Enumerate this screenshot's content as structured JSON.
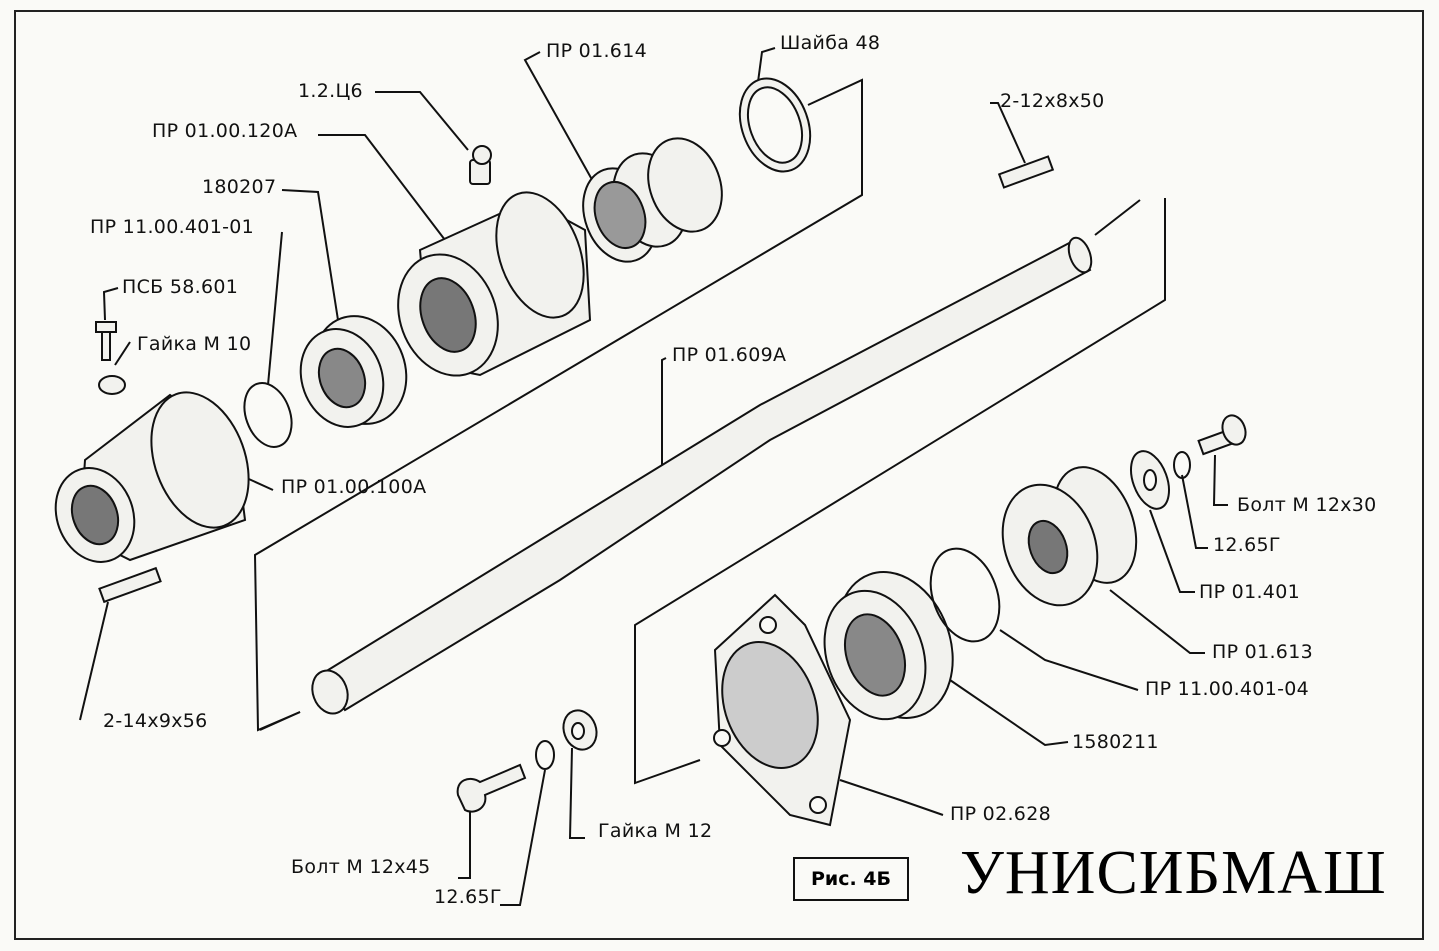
{
  "labels": {
    "pr01614": "ПР 01.614",
    "shaiba48": "Шайба 48",
    "c12c6": "1.2.Ц6",
    "pr0100120a": "ПР 01.00.120А",
    "n180207": "180207",
    "pr1100401_01": "ПР 11.00.401-01",
    "psb58601": "ПСБ 58.601",
    "gaika_m10": "Гайка М 10",
    "pr0100100a": "ПР 01.00.100А",
    "key_2_14x9x56": "2-14х9х56",
    "pr01609a": "ПР 01.609А",
    "key_2_12x8x50": "2-12х8х50",
    "bolt_m12x30": "Болт М 12х30",
    "n1265g_right": "12.65Г",
    "pr01401": "ПР 01.401",
    "pr01613": "ПР 01.613",
    "pr1100401_04": "ПР 11.00.401-04",
    "n1580211": "1580211",
    "pr02628": "ПР 02.628",
    "gaika_m12": "Гайка М 12",
    "bolt_m12x45": "Болт М 12х45",
    "n1265g_bottom": "12.65Г"
  },
  "figure_label": "Рис. 4Б",
  "brand": "УНИСИБМАШ"
}
